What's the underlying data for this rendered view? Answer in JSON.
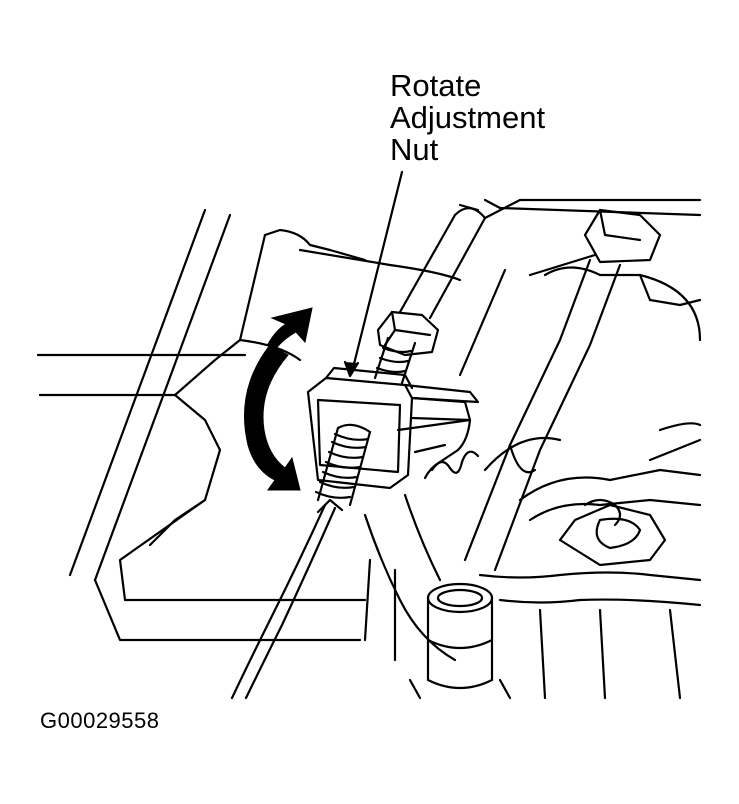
{
  "callout": {
    "line1": "Rotate",
    "line2": "Adjustment",
    "line3": "Nut"
  },
  "figure_id": "G00029558",
  "colors": {
    "ink": "#000000",
    "paper": "#ffffff"
  }
}
